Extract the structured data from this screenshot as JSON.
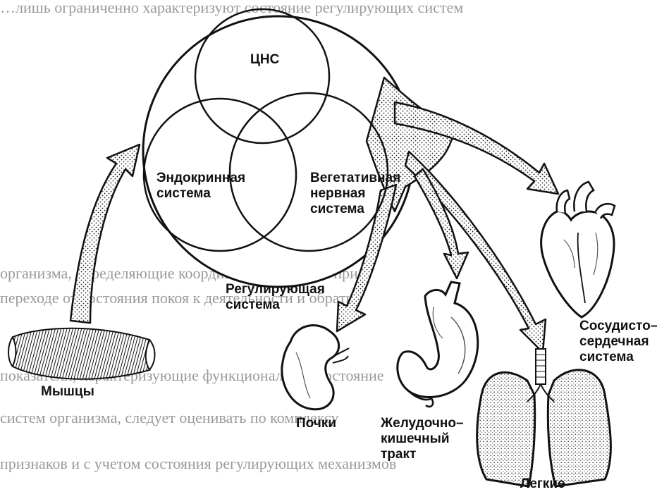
{
  "diagram": {
    "central_label": "ЦНС",
    "endocrine_label": "Эндокринная\nсистема",
    "autonomic_label": "Вегетативная\nнервная\nсистема",
    "regulatory_label": "Регулирующая\nсистема",
    "muscles_label": "Мышцы",
    "kidneys_label": "Почки",
    "gi_tract_label": "Желудочно–\nкишечный\nтракт",
    "lungs_label": "Легкие",
    "cardiovascular_label": "Сосудисто–\nсердечная\nсистема",
    "background_text_lines": [
      "…лишь ограниченно характеризуют состояние регулирующих систем",
      "организма, определяющие координацию функций при",
      "переходе от состояния покоя к деятельности и обратно",
      "показатели, характеризующие функциональное состояние",
      "систем организма, следует оценивать по комплексу",
      "признаков и с учетом состояния регулирующих механизмов"
    ]
  }
}
